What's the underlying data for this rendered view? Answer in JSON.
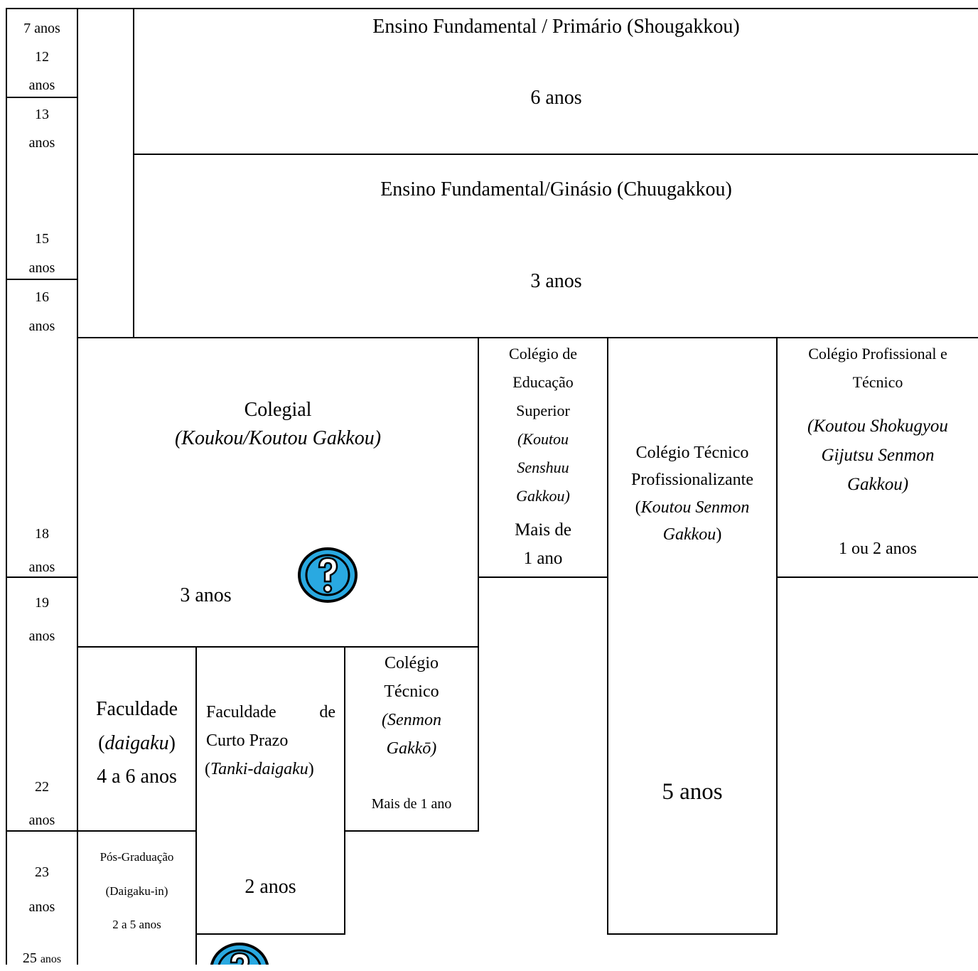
{
  "ages": {
    "a7": "7 anos",
    "a12_n": "12",
    "a12_u": "anos",
    "a13_n": "13",
    "a13_u": "anos",
    "a15_n": "15",
    "a15_u": "anos",
    "a16_n": "16",
    "a16_u": "anos",
    "a18_n": "18",
    "a18_u": "anos",
    "a19_n": "19",
    "a19_u": "anos",
    "a22_n": "22",
    "a22_u": "anos",
    "a23_n": "23",
    "a23_u": "anos",
    "a25_n": "25",
    "a25_u": "anos"
  },
  "primario": {
    "title": "Ensino Fundamental / Primário (Shougakkou)",
    "duration": "6 anos"
  },
  "ginasio": {
    "title": "Ensino Fundamental/Ginásio (Chuugakkou)",
    "duration": "3 anos"
  },
  "colegial": {
    "title": "Colegial",
    "subtitle": "(Koukou/Koutou Gakkou)",
    "duration": "3 anos"
  },
  "educacao_superior": {
    "l1": "Colégio de",
    "l2": "Educação",
    "l3": "Superior",
    "i1": "(Koutou",
    "i2": "Senshuu",
    "i3": "Gakkou)",
    "d1": "Mais de",
    "d2": "1 ano"
  },
  "tecnico_prof": {
    "l1": "Colégio Técnico",
    "l2": "Profissionalizante",
    "l3_open": "(",
    "l3_it": "Koutou Senmon",
    "l4_it": "Gakkou",
    "l4_close": ")",
    "duration": "5 anos"
  },
  "prof_tecnico": {
    "l1": "Colégio Profissional e",
    "l2": "Técnico",
    "i1": "(Koutou Shokugyou",
    "i2": "Gijutsu Senmon",
    "i3": "Gakkou)",
    "duration": "1 ou 2 anos"
  },
  "faculdade": {
    "l1": "Faculdade",
    "l2_open": "(",
    "l2_it": "daigaku",
    "l2_close": ")",
    "duration": "4 a 6 anos"
  },
  "curto_prazo": {
    "l1a": "Faculdade",
    "l1b": "de",
    "l2": "Curto Prazo",
    "l3_open": "(",
    "l3_it": "Tanki-daigaku",
    "l3_close": ")",
    "duration": "2 anos"
  },
  "senmon": {
    "l1": "Colégio",
    "l2": "Técnico",
    "i1": "(Senmon",
    "i2": "Gakkō)",
    "duration": "Mais de 1 ano"
  },
  "pos": {
    "l1": "Pós-Graduação",
    "l2": "(Daigaku-in)",
    "l3": "2 a 5 anos"
  },
  "icons": {
    "question_icon_1": "question-mark-icon",
    "question_icon_2": "question-mark-icon",
    "color": "#29a9e1"
  }
}
